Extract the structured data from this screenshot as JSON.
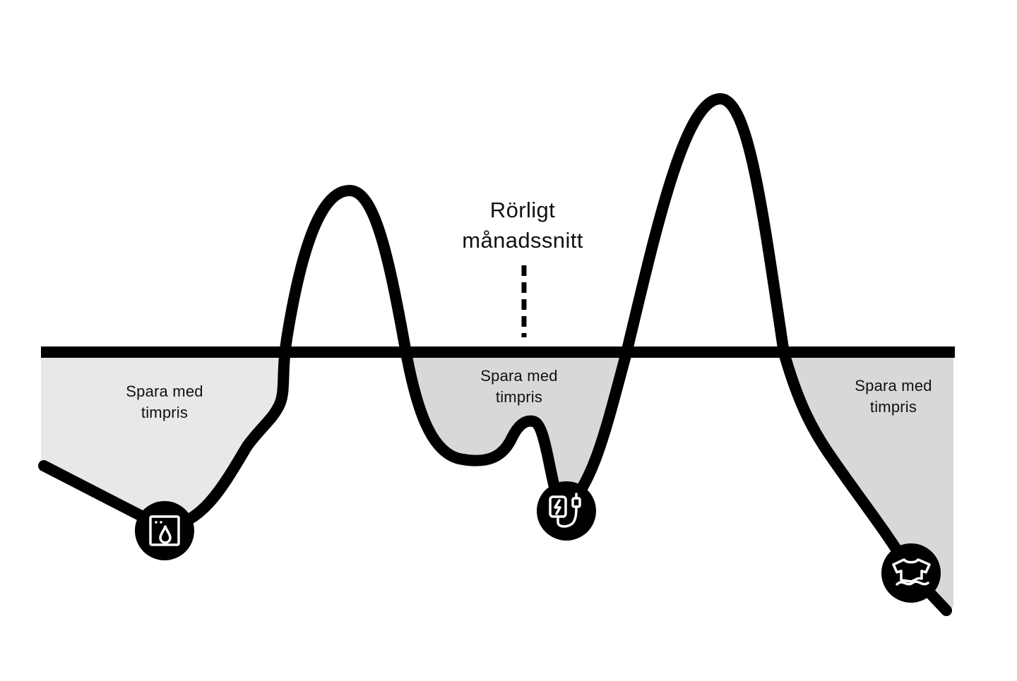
{
  "diagram": {
    "average_label": {
      "line1": "Rörligt",
      "line2": "månadssnitt"
    },
    "save_zones": [
      {
        "line1": "Spara med",
        "line2": "timpris"
      },
      {
        "line1": "Spara med",
        "line2": "timpris"
      },
      {
        "line1": "Spara med",
        "line2": "timpris"
      }
    ],
    "markers": [
      {
        "icon": "washing-machine-icon"
      },
      {
        "icon": "ev-charger-icon"
      },
      {
        "icon": "shirt-wash-icon"
      }
    ],
    "colors": {
      "line": "#000000",
      "zone_light": "#e8e8e8",
      "zone_mid": "#d8d8d8",
      "background": "#ffffff"
    }
  }
}
